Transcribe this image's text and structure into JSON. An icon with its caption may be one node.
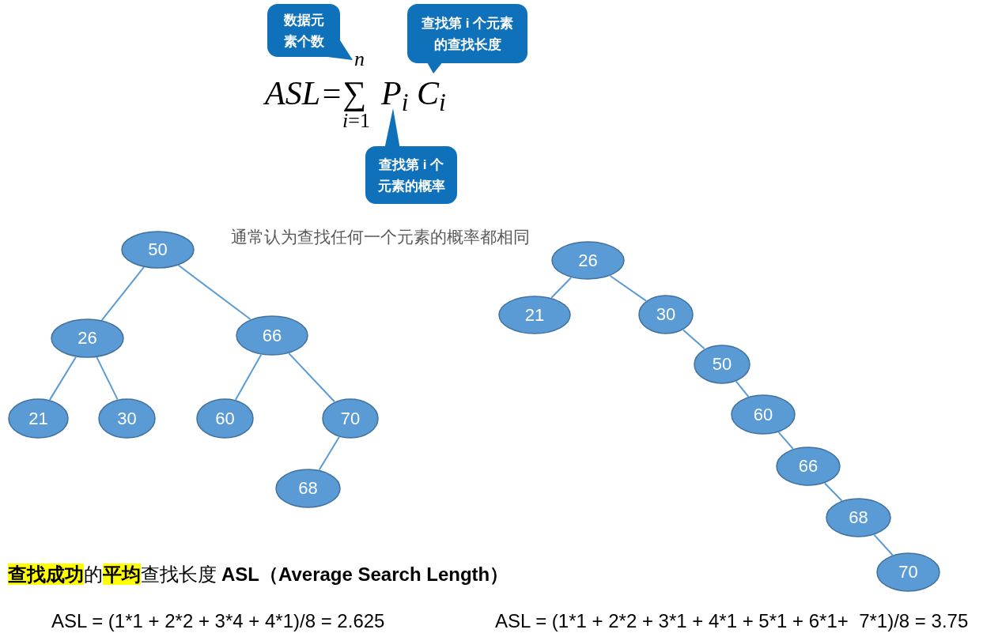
{
  "diagram": {
    "nodes": [
      {
        "text": [
          "数据元素个数"
        ]
      },
      {
        "text": [
          "查找第 i 个元素的查找长度"
        ]
      },
      {
        "text": [
          "查找第 i 个元素的概率"
        ]
      },
      {
        "text": [
          "50"
        ]
      },
      {
        "text": [
          "26"
        ]
      },
      {
        "text": [
          "66"
        ]
      },
      {
        "text": [
          "21"
        ]
      },
      {
        "text": [
          "30"
        ]
      },
      {
        "text": [
          "60"
        ]
      },
      {
        "text": [
          "70"
        ]
      },
      {
        "text": [
          "68"
        ]
      },
      {
        "text": [
          "26"
        ]
      },
      {
        "text": [
          "21"
        ]
      },
      {
        "text": [
          "30"
        ]
      },
      {
        "text": [
          "50"
        ]
      },
      {
        "text": [
          "60"
        ]
      },
      {
        "text": [
          "66"
        ]
      },
      {
        "text": [
          "68"
        ]
      },
      {
        "text": [
          "70"
        ]
      }
    ],
    "edges": [
      {
        "from": 3,
        "to": 4,
        "arrow": "none"
      },
      {
        "from": 3,
        "to": 5,
        "arrow": "none"
      },
      {
        "from": 4,
        "to": 6,
        "arrow": "none"
      },
      {
        "from": 4,
        "to": 7,
        "arrow": "none"
      },
      {
        "from": 5,
        "to": 8,
        "arrow": "none"
      },
      {
        "from": 5,
        "to": 9,
        "arrow": "none"
      },
      {
        "from": 9,
        "to": 10,
        "arrow": "none"
      },
      {
        "from": 11,
        "to": 12,
        "arrow": "none"
      },
      {
        "from": 11,
        "to": 13,
        "arrow": "none"
      },
      {
        "from": 13,
        "to": 14,
        "arrow": "none"
      },
      {
        "from": 14,
        "to": 15,
        "arrow": "none"
      },
      {
        "from": 15,
        "to": 16,
        "arrow": "none"
      },
      {
        "from": 16,
        "to": 17,
        "arrow": "none"
      },
      {
        "from": 17,
        "to": 18,
        "arrow": "none"
      }
    ],
    "labels": [
      "n",
      "ASL=∑",
      "P$_{i}$ C$_{i}$",
      "*i*=1",
      "通常认为查找任何一个元素的概率都相同",
      "**查找成功**的**平均**查找长度 **ASL（Average Search Length）**",
      "ASL = (1*1 + 2*2 + 3*4 + 4*1)/8 = 2.625",
      "ASL = (1*1 + 2*2 + 3*1 + 4*1 + 5*1 + 6*1+  7*1)/8 = 3.75"
    ]
  }
}
